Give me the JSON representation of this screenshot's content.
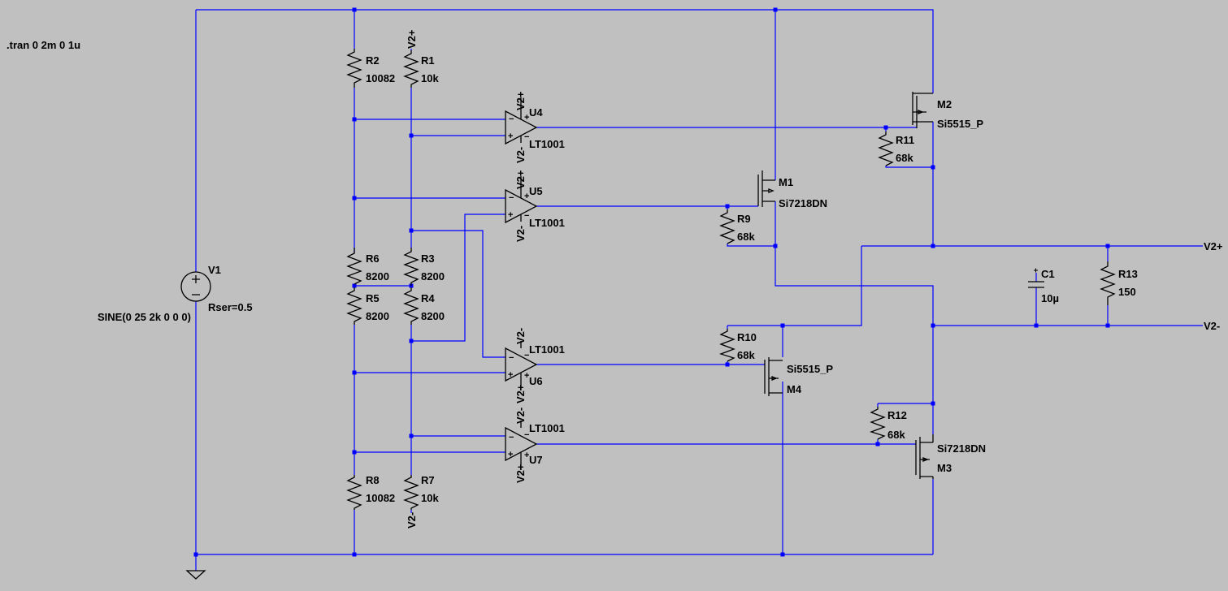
{
  "directive": ".tran 0 2m 0 1u",
  "source": {
    "name": "V1",
    "value": "SINE(0 25 2k 0 0 0)",
    "param": "Rser=0.5"
  },
  "resistors": {
    "R1": {
      "name": "R1",
      "value": "10k"
    },
    "R2": {
      "name": "R2",
      "value": "10082"
    },
    "R3": {
      "name": "R3",
      "value": "8200"
    },
    "R4": {
      "name": "R4",
      "value": "8200"
    },
    "R5": {
      "name": "R5",
      "value": "8200"
    },
    "R6": {
      "name": "R6",
      "value": "8200"
    },
    "R7": {
      "name": "R7",
      "value": "10k"
    },
    "R8": {
      "name": "R8",
      "value": "10082"
    },
    "R9": {
      "name": "R9",
      "value": "68k"
    },
    "R10": {
      "name": "R10",
      "value": "68k"
    },
    "R11": {
      "name": "R11",
      "value": "68k"
    },
    "R12": {
      "name": "R12",
      "value": "68k"
    },
    "R13": {
      "name": "R13",
      "value": "150"
    }
  },
  "capacitor": {
    "name": "C1",
    "value": "10µ"
  },
  "opamps": {
    "U4": {
      "name": "U4",
      "model": "LT1001"
    },
    "U5": {
      "name": "U5",
      "model": "LT1001"
    },
    "U6": {
      "name": "U6",
      "model": "LT1001"
    },
    "U7": {
      "name": "U7",
      "model": "LT1001"
    }
  },
  "mosfets": {
    "M1": {
      "name": "M1",
      "model": "Si7218DN"
    },
    "M2": {
      "name": "M2",
      "model": "Si5515_P"
    },
    "M3": {
      "name": "M3",
      "model": "Si7218DN"
    },
    "M4": {
      "name": "M4",
      "model": "Si5515_P"
    }
  },
  "nets": {
    "vpos": "V2+",
    "vneg": "V2-"
  }
}
